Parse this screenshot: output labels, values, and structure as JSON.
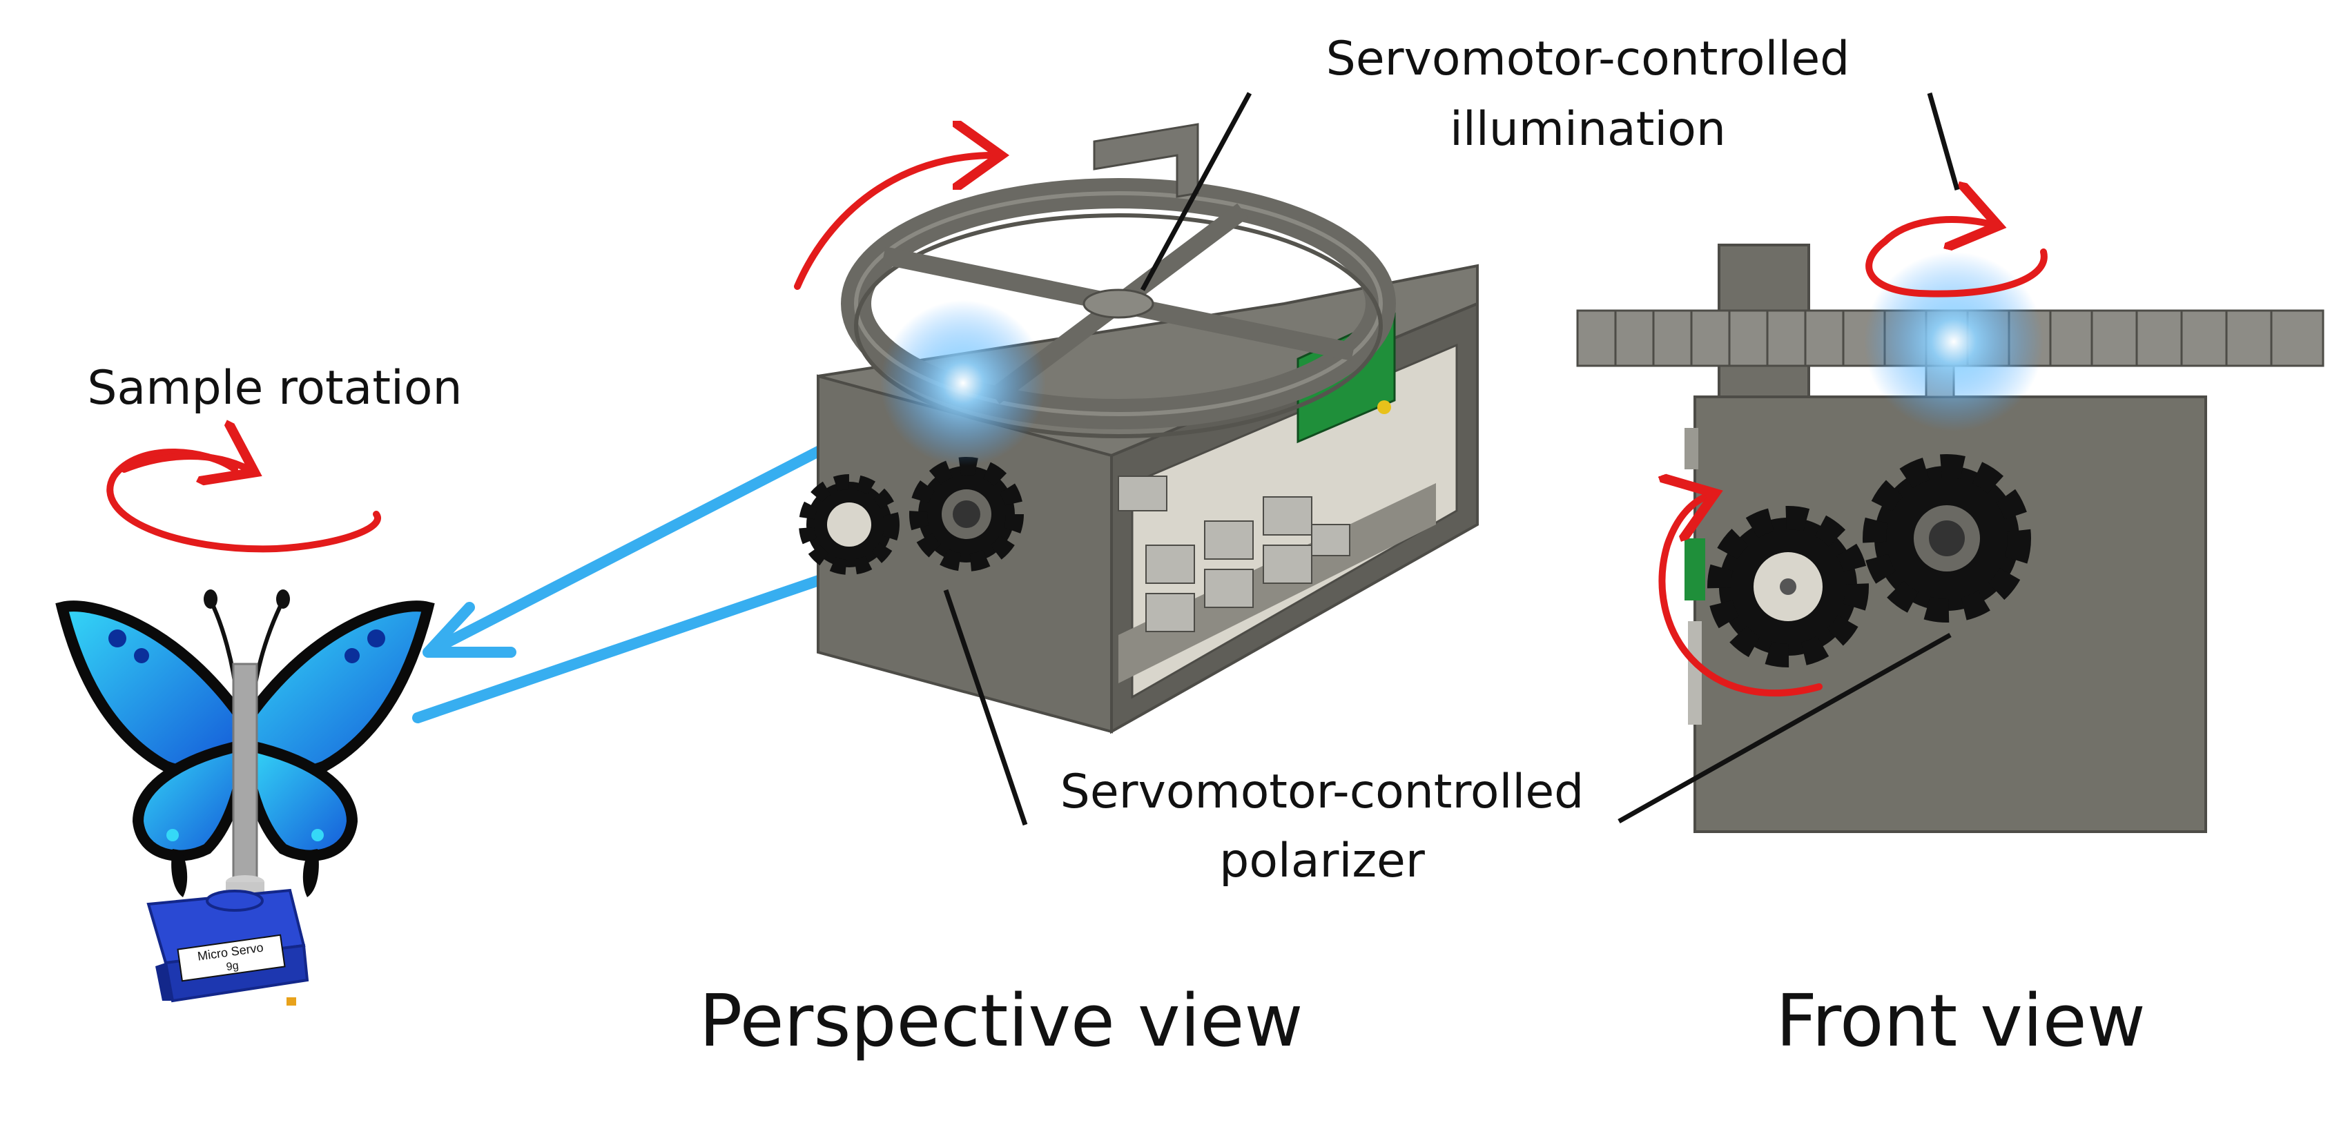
{
  "labels": {
    "sample_rotation": "Sample rotation",
    "illumination_line1": "Servomotor-controlled",
    "illumination_line2": "illumination",
    "polarizer_line1": "Servomotor-controlled",
    "polarizer_line2": "polarizer",
    "perspective_view": "Perspective view",
    "front_view": "Front view"
  },
  "servo_label": {
    "line1": "Micro Servo",
    "line2": "9g"
  },
  "colors": {
    "rotation_arrow": "#e31b1b",
    "light_arrow": "#37aef0",
    "housing": "#6f6e67",
    "housing_dark": "#55544e",
    "gear": "#111111",
    "servo_blue": "#1f3fc2",
    "butterfly_blue": "#1e7ff0",
    "butterfly_light": "#2fd0f5",
    "pcb_green": "#1f8f3a"
  }
}
